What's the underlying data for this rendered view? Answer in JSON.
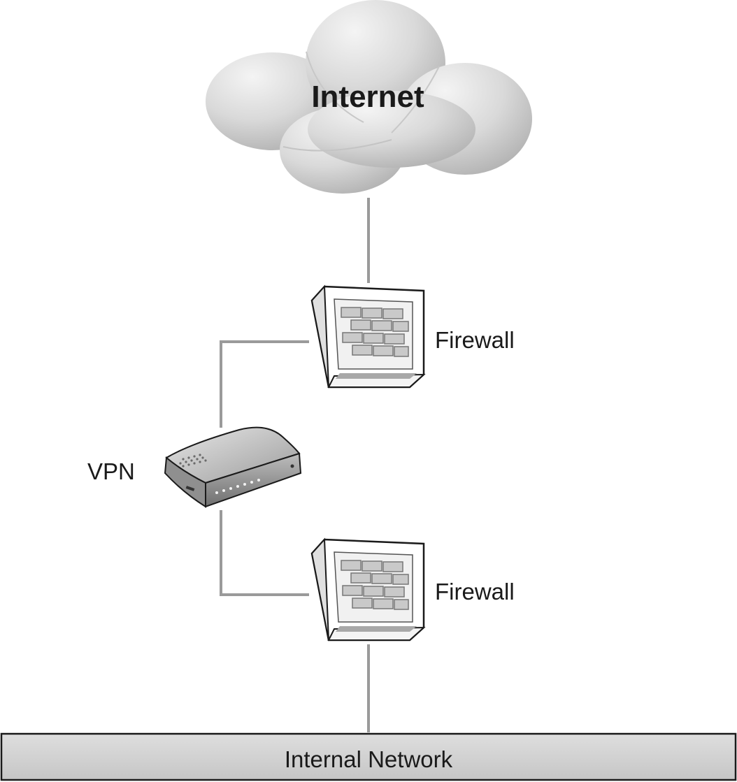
{
  "nodes": {
    "internet": {
      "label": "Internet",
      "icon": "cloud-icon"
    },
    "firewall_top": {
      "label": "Firewall",
      "icon": "firewall-icon"
    },
    "vpn": {
      "label": "VPN",
      "icon": "vpn-router-icon"
    },
    "firewall_bottom": {
      "label": "Firewall",
      "icon": "firewall-icon"
    },
    "internal_network": {
      "label": "Internal Network",
      "icon": "network-bar-icon"
    }
  },
  "colors": {
    "wire": "#9a9a9a",
    "cloud_light": "#f2f2f2",
    "cloud_dark": "#b9b9b9",
    "network_bar": "#d4d4d4",
    "outline": "#1a1a1a"
  }
}
